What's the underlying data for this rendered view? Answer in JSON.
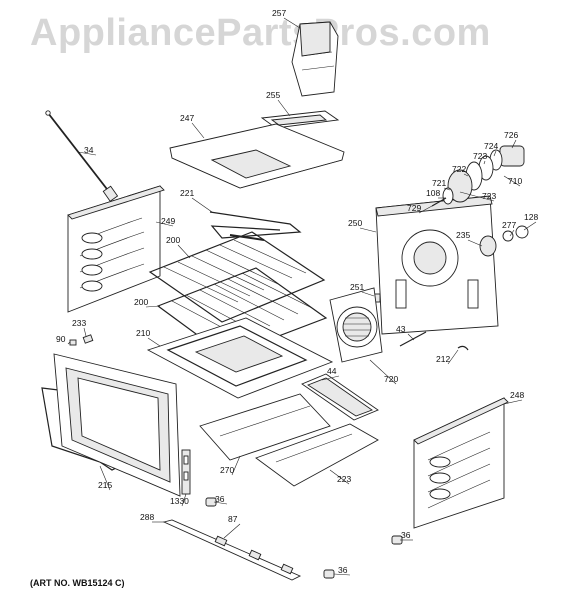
{
  "watermark": "AppliancePartsPros.com",
  "art_number": "(ART NO. WB15124 C)",
  "callouts": [
    {
      "id": "257",
      "label": "257"
    },
    {
      "id": "255",
      "label": "255"
    },
    {
      "id": "247",
      "label": "247"
    },
    {
      "id": "34",
      "label": "34"
    },
    {
      "id": "726",
      "label": "726"
    },
    {
      "id": "724",
      "label": "724"
    },
    {
      "id": "723a",
      "label": "723"
    },
    {
      "id": "722",
      "label": "722"
    },
    {
      "id": "710",
      "label": "710"
    },
    {
      "id": "721",
      "label": "721"
    },
    {
      "id": "108",
      "label": "108"
    },
    {
      "id": "723b",
      "label": "723"
    },
    {
      "id": "729",
      "label": "729"
    },
    {
      "id": "221",
      "label": "221"
    },
    {
      "id": "249",
      "label": "249"
    },
    {
      "id": "250",
      "label": "250"
    },
    {
      "id": "128",
      "label": "128"
    },
    {
      "id": "277",
      "label": "277"
    },
    {
      "id": "235",
      "label": "235"
    },
    {
      "id": "200a",
      "label": "200"
    },
    {
      "id": "251",
      "label": "251"
    },
    {
      "id": "200b",
      "label": "200"
    },
    {
      "id": "233",
      "label": "233"
    },
    {
      "id": "210",
      "label": "210"
    },
    {
      "id": "43",
      "label": "43"
    },
    {
      "id": "90",
      "label": "90"
    },
    {
      "id": "212",
      "label": "212"
    },
    {
      "id": "44",
      "label": "44"
    },
    {
      "id": "720",
      "label": "720"
    },
    {
      "id": "248",
      "label": "248"
    },
    {
      "id": "270",
      "label": "270"
    },
    {
      "id": "223",
      "label": "223"
    },
    {
      "id": "215",
      "label": "215"
    },
    {
      "id": "36a",
      "label": "36"
    },
    {
      "id": "1330",
      "label": "1330"
    },
    {
      "id": "288",
      "label": "288"
    },
    {
      "id": "87",
      "label": "87"
    },
    {
      "id": "36b",
      "label": "36"
    },
    {
      "id": "36c",
      "label": "36"
    }
  ]
}
